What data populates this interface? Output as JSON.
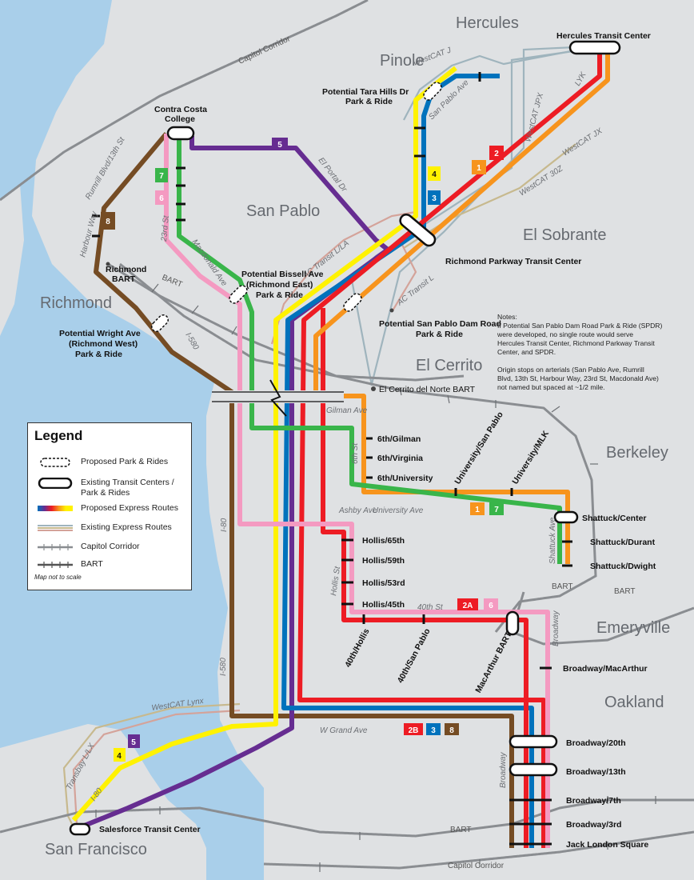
{
  "cities": {
    "hercules": "Hercules",
    "pinole": "Pinole",
    "san_pablo": "San Pablo",
    "el_sobrante": "El Sobrante",
    "richmond": "Richmond",
    "el_cerrito": "El Cerrito",
    "berkeley": "Berkeley",
    "emeryville": "Emeryville",
    "oakland": "Oakland",
    "san_francisco": "San Francisco"
  },
  "existing_routes": {
    "capitol_corridor_top": "Capitol Corridor",
    "capitol_corridor_bottom": "Capitol Corridor",
    "westcat_j": "WestCAT J",
    "westcat_jpx": "WestCAT JPX",
    "westcat_jx": "WestCAT JX",
    "westcat_lynx": "WestCAT Lynx",
    "westcat_30z": "WestCAT 30Z",
    "ac_transit_l": "AC Transit L",
    "ac_transit_lla": "AC Transit L/LA",
    "transbay_llx": "Transbay L/LX",
    "bart_1": "BART",
    "bart_2": "BART",
    "bart_3": "BART",
    "bart_4": "BART",
    "lyk": "LYK"
  },
  "roads": {
    "san_pablo_ave": "San Pablo Ave",
    "el_portal_dr": "El Portal Dr",
    "rumrill_blvd": "Rumrill Blvd/13th St",
    "harbour_way": "Harbour Way",
    "st_23rd": "23rd St",
    "macdonald_ave": "Macdonald Ave",
    "i580_top": "I-580",
    "i580_bottom": "I-580",
    "i80_top": "I-80",
    "i80_bottom": "I-80",
    "gilman_ave": "Gilman Ave",
    "st_6th": "6th St",
    "university_ave": "University Ave",
    "ashby_ave": "Ashby Ave",
    "hollis_st": "Hollis St",
    "st_40th": "40th St",
    "shattuck_ave": "Shattuck Ave",
    "broadway_top": "Broadway",
    "broadway_bottom": "Broadway",
    "w_grand_ave": "W Grand Ave"
  },
  "stops": {
    "hercules_tc": "Hercules Transit Center",
    "contra_costa_1": "Contra Costa",
    "contra_costa_2": "College",
    "tara_hills_1": "Potential Tara Hills Dr",
    "tara_hills_2": "Park & Ride",
    "richmond_parkway_tc": "Richmond Parkway Transit Center",
    "richmond_bart_1": "Richmond",
    "richmond_bart_2": "BART",
    "bissell_1": "Potential Bissell Ave",
    "bissell_2": "(Richmond East)",
    "bissell_3": "Park & Ride",
    "wright_1": "Potential Wright Ave",
    "wright_2": "(Richmond West)",
    "wright_3": "Park & Ride",
    "spdr_1": "Potential San Pablo Dam Road",
    "spdr_2": "Park & Ride",
    "el_cerrito_del_norte": "El Cerrito del Norte BART",
    "gilman_6th": "6th/Gilman",
    "virginia_6th": "6th/Virginia",
    "university_6th": "6th/University",
    "university_san_pablo": "University/San Pablo",
    "university_mlk": "University/MLK",
    "shattuck_center": "Shattuck/Center",
    "shattuck_durant": "Shattuck/Durant",
    "shattuck_dwight": "Shattuck/Dwight",
    "hollis_65": "Hollis/65th",
    "hollis_59": "Hollis/59th",
    "hollis_53": "Hollis/53rd",
    "hollis_45": "Hollis/45th",
    "hollis_40": "40th/Hollis",
    "san_pablo_40": "40th/San Pablo",
    "macarthur_bart": "MacArthur BART",
    "broadway_macarthur": "Broadway/MacArthur",
    "broadway_20": "Broadway/20th",
    "broadway_13": "Broadway/13th",
    "broadway_7": "Broadway/7th",
    "broadway_3": "Broadway/3rd",
    "jack_london": "Jack London Square",
    "salesforce_tc": "Salesforce Transit Center"
  },
  "notes": [
    "Notes:",
    "If Potential San Pablo Dam Road Park & Ride (SPDR)",
    "were developed, no single route would serve",
    "Hercules Transit Center, Richmond Parkway Transit",
    "Center, and SPDR.",
    "",
    "Origin stops on arterials (San Pablo Ave, Rumrill",
    "Blvd, 13th St, Harbour Way, 23rd St, Macdonald Ave)",
    "not named but spaced at ~1/2 mile."
  ],
  "route_badges": {
    "r1": "1",
    "r2": "2",
    "r3": "3",
    "r4": "4",
    "r5": "5",
    "r6": "6",
    "r7": "7",
    "r8": "8",
    "r2a": "2A",
    "r2b": "2B"
  },
  "colors": {
    "water": "#a9cfea",
    "land": "#dfe1e3",
    "route_1": "#f7941d",
    "route_2": "#ed1c24",
    "route_3": "#0072bc",
    "route_4": "#fff200",
    "route_5": "#662d91",
    "route_6": "#f49ac1",
    "route_7": "#39b54a",
    "route_8": "#754c24"
  },
  "legend": {
    "title": "Legend",
    "proposed_pr": "Proposed Park & Rides",
    "existing_tc_1": "Existing Transit Centers /",
    "existing_tc_2": "Park & Rides",
    "proposed_express": "Proposed Express Routes",
    "existing_express": "Existing Express Routes",
    "capitol_corridor": "Capitol Corridor",
    "bart": "BART",
    "not_to_scale": "Map not to scale"
  }
}
